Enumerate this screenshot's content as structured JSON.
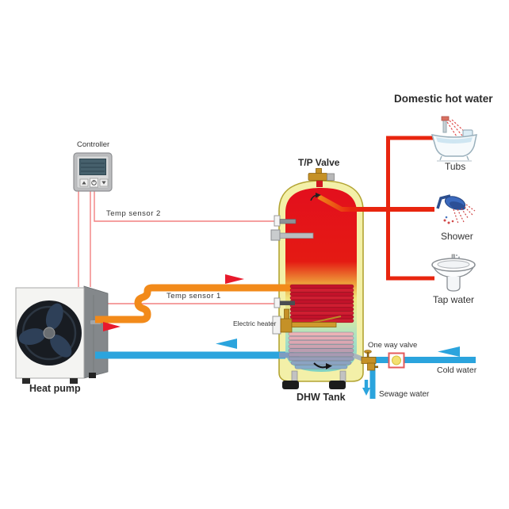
{
  "labels": {
    "controller": "Controller",
    "temp_sensor_2": "Temp sensor 2",
    "temp_sensor_1": "Temp sensor 1",
    "electric_heater": "Electric heater",
    "heat_pump": "Heat pump",
    "tp_valve": "T/P Valve",
    "dhw_tank": "DHW Tank",
    "domestic_hot_water": "Domestic hot water",
    "tubs": "Tubs",
    "shower": "Shower",
    "tap_water": "Tap water",
    "one_way_valve": "One way valve",
    "cold_water": "Cold water",
    "sewage_water": "Sewage water"
  },
  "colors": {
    "hot_supply_pipe": "#f28a1a",
    "domestic_hot_pipe": "#e8250f",
    "cold_pipe": "#2ba4dd",
    "sensor_wire": "#f28080",
    "tank_hot": "#e30f1d",
    "tank_warm": "#f0e47c",
    "tank_cold": "#7fd2c4",
    "brass": "#c59127",
    "coil_hot": "#c2122a"
  }
}
